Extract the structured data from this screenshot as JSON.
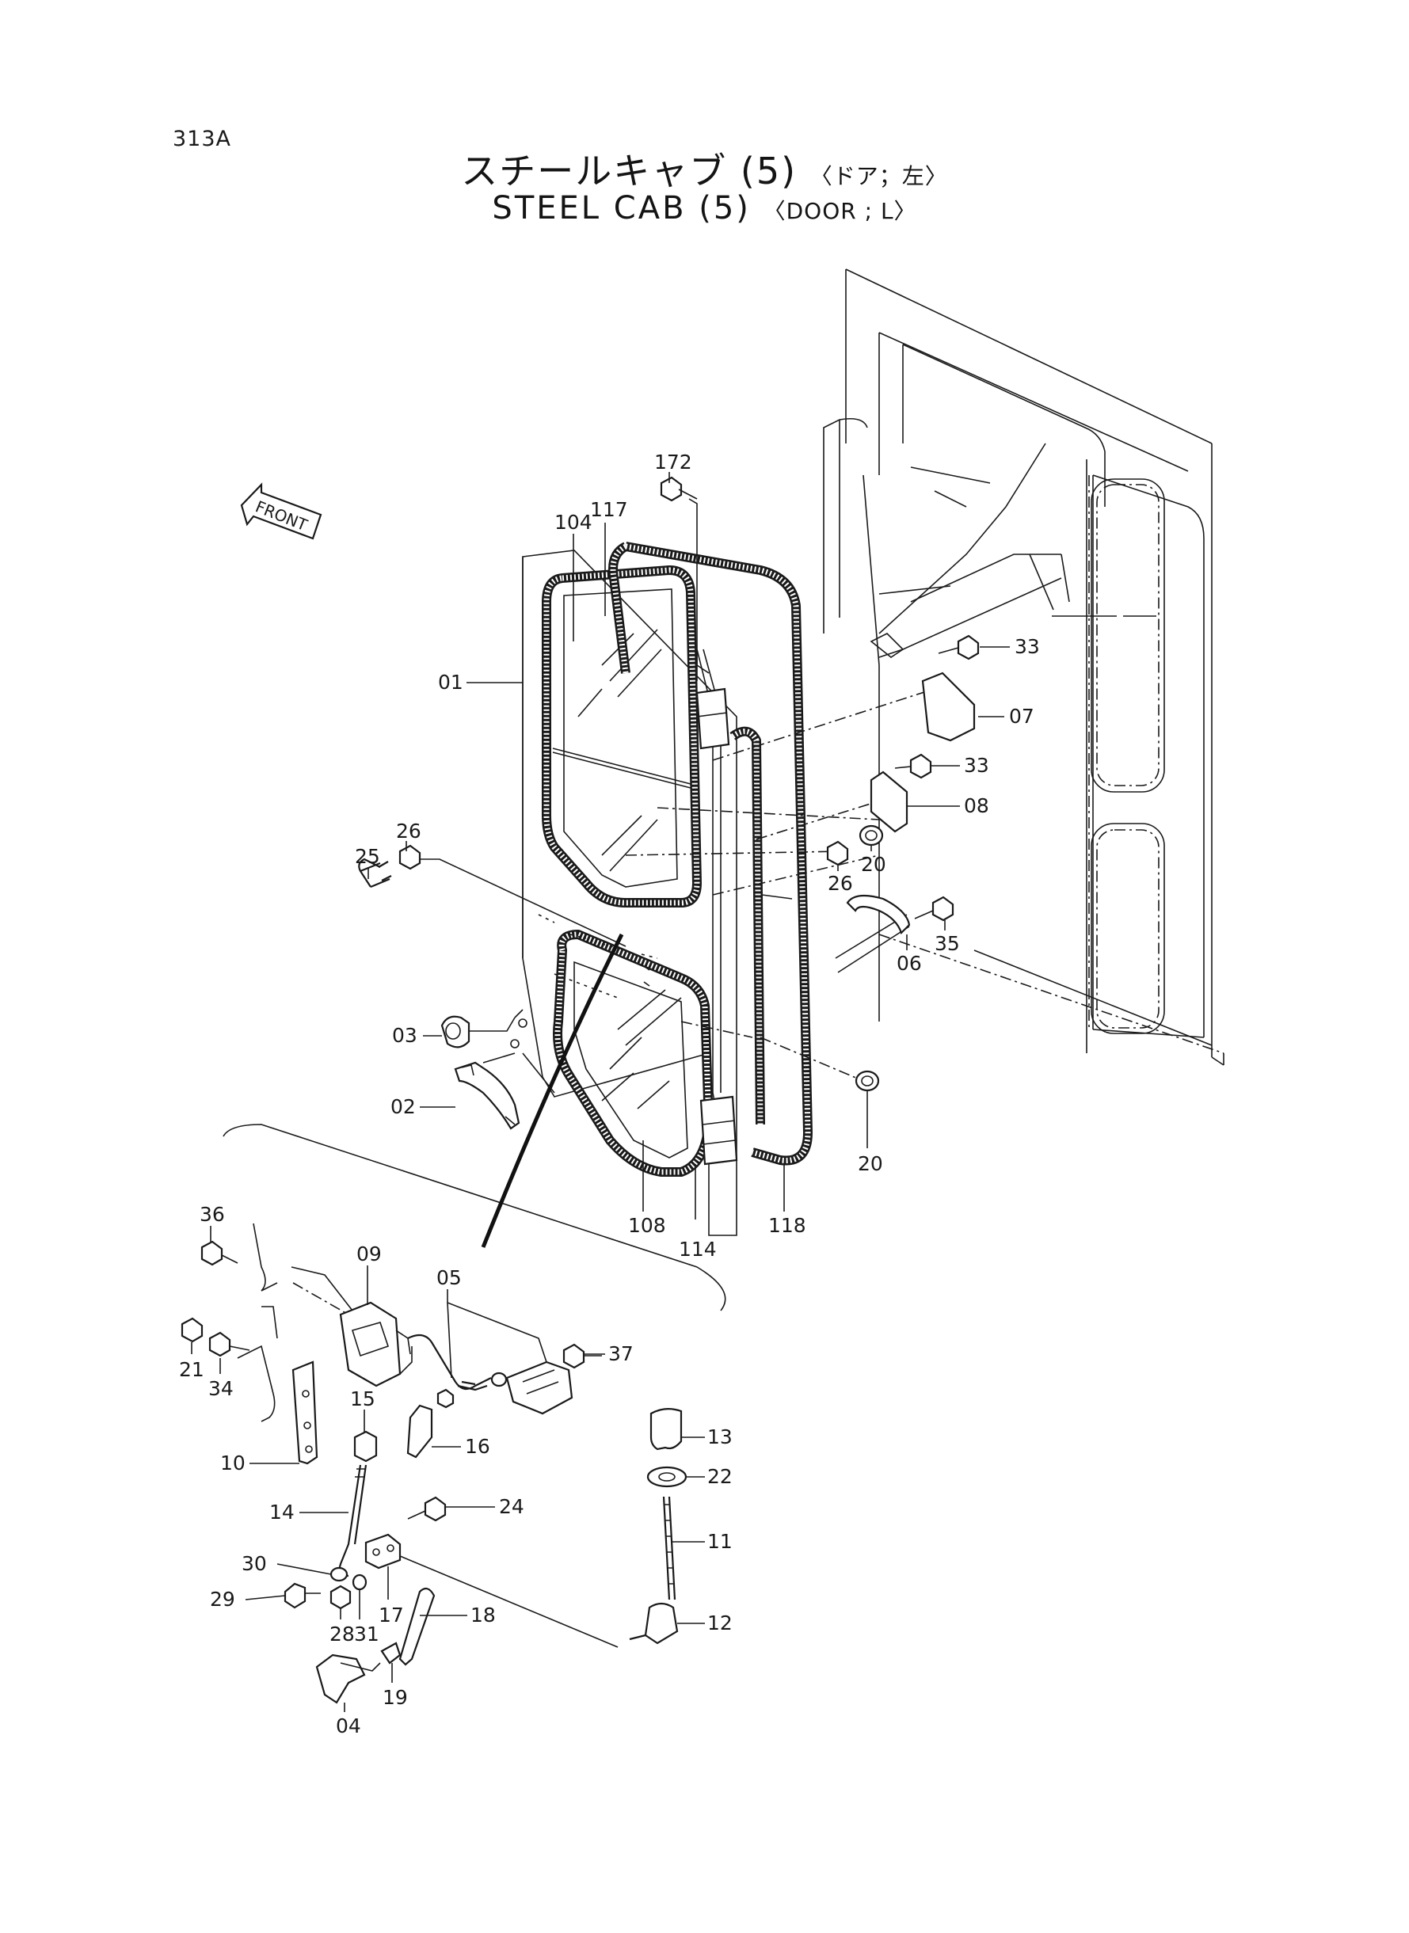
{
  "page_code": "313A",
  "title": {
    "jp_main": "スチールキャブ (5)",
    "jp_sub": "〈ドア；左〉",
    "en_main": "STEEL CAB (5)",
    "en_sub": "〈DOOR ; L〉"
  },
  "front_arrow": {
    "label": "FRONT"
  },
  "callouts": [
    {
      "id": "172",
      "label": "172"
    },
    {
      "id": "104",
      "label": "104"
    },
    {
      "id": "117",
      "label": "117"
    },
    {
      "id": "01",
      "label": "01"
    },
    {
      "id": "33a",
      "label": "33"
    },
    {
      "id": "07",
      "label": "07"
    },
    {
      "id": "33b",
      "label": "33"
    },
    {
      "id": "08",
      "label": "08"
    },
    {
      "id": "26a",
      "label": "26"
    },
    {
      "id": "25",
      "label": "25"
    },
    {
      "id": "26b",
      "label": "26"
    },
    {
      "id": "20a",
      "label": "20"
    },
    {
      "id": "35",
      "label": "35"
    },
    {
      "id": "06",
      "label": "06"
    },
    {
      "id": "03",
      "label": "03"
    },
    {
      "id": "02",
      "label": "02"
    },
    {
      "id": "20b",
      "label": "20"
    },
    {
      "id": "108",
      "label": "108"
    },
    {
      "id": "114",
      "label": "114"
    },
    {
      "id": "118",
      "label": "118"
    },
    {
      "id": "36",
      "label": "36"
    },
    {
      "id": "09",
      "label": "09"
    },
    {
      "id": "05",
      "label": "05"
    },
    {
      "id": "37",
      "label": "37"
    },
    {
      "id": "21",
      "label": "21"
    },
    {
      "id": "34",
      "label": "34"
    },
    {
      "id": "15",
      "label": "15"
    },
    {
      "id": "16",
      "label": "16"
    },
    {
      "id": "13",
      "label": "13"
    },
    {
      "id": "22",
      "label": "22"
    },
    {
      "id": "10",
      "label": "10"
    },
    {
      "id": "14",
      "label": "14"
    },
    {
      "id": "24",
      "label": "24"
    },
    {
      "id": "11",
      "label": "11"
    },
    {
      "id": "30",
      "label": "30"
    },
    {
      "id": "29",
      "label": "29"
    },
    {
      "id": "28",
      "label": "28"
    },
    {
      "id": "31",
      "label": "31"
    },
    {
      "id": "17",
      "label": "17"
    },
    {
      "id": "18",
      "label": "18"
    },
    {
      "id": "12",
      "label": "12"
    },
    {
      "id": "19",
      "label": "19"
    },
    {
      "id": "04",
      "label": "04"
    }
  ]
}
